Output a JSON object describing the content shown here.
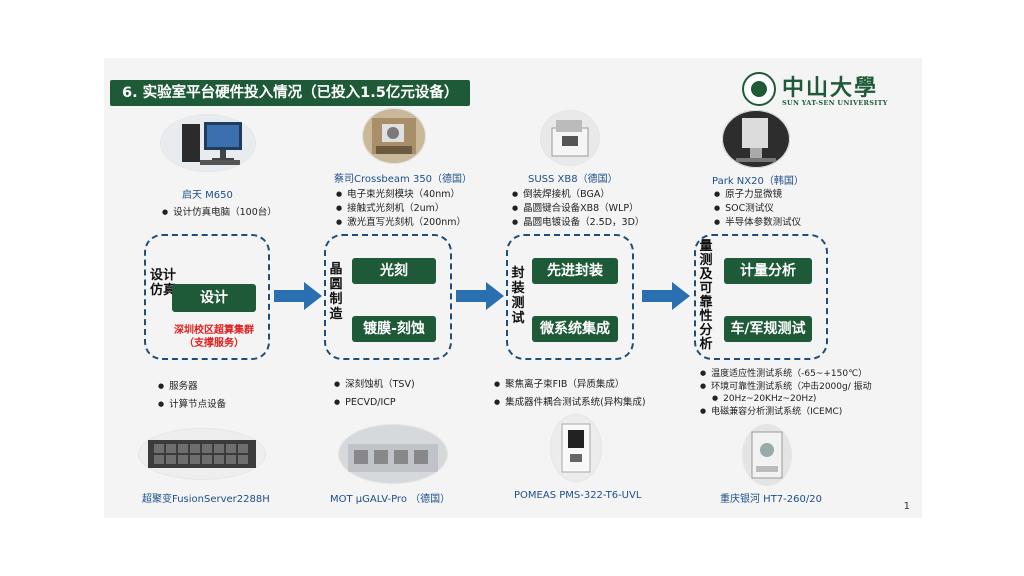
{
  "title": "6. 实验室平台硬件投入情况（已投入1.5亿元设备）",
  "logo": {
    "cn": "中山大學",
    "en": "SUN YAT-SEN UNIVERSITY"
  },
  "top": [
    {
      "caption": "启天 M650",
      "bullets": [
        "设计仿真电脑（100台）"
      ]
    },
    {
      "caption": "蔡司Crossbeam 350（德国）",
      "bullets": [
        "电子束光刻模块（40nm）",
        "接触式光刻机（2um）",
        "激光直写光刻机（200nm）"
      ]
    },
    {
      "caption": "SUSS XB8（德国）",
      "bullets": [
        "倒装焊接机（BGA）",
        "晶圆键合设备XB8（WLP）",
        "晶圆电镀设备（2.5D，3D）"
      ]
    },
    {
      "caption": "Park NX20（韩国）",
      "bullets": [
        "原子力显微镜",
        "SOC测试仪",
        "半导体参数测试仪"
      ]
    }
  ],
  "stages": [
    {
      "label": "设计仿真",
      "buttons": [
        "设计"
      ],
      "note": [
        "深圳校区超算集群",
        "（支撑服务）"
      ]
    },
    {
      "label": "晶圆制造",
      "buttons": [
        "光刻",
        "镀膜-刻蚀"
      ]
    },
    {
      "label": "封装测试",
      "buttons": [
        "先进封装",
        "微系统集成"
      ]
    },
    {
      "label": "量测及可靠性分析",
      "buttons": [
        "计量分析",
        "车/军规测试"
      ]
    }
  ],
  "bottom": [
    {
      "caption": "超聚变FusionServer2288H",
      "bullets": [
        "服务器",
        "计算节点设备"
      ]
    },
    {
      "caption": "MOT μGALV-Pro （德国）",
      "bullets": [
        "深刻蚀机（TSV)",
        "PECVD/ICP"
      ]
    },
    {
      "caption": "POMEAS PMS-322-T6-UVL",
      "bullets": [
        "聚焦离子束FIB（异质集成）",
        "集成器件耦合测试系统(异构集成)"
      ]
    },
    {
      "caption": "重庆银河 HT7-260/20",
      "bullets": [
        "温度适应性测试系统（-65~+150℃）",
        "环境可靠性测试系统（冲击2000g/ 振动",
        "20Hz~20KHz~20Hz)",
        "电磁兼容分析测试系统（ICEMC)"
      ]
    }
  ],
  "page_number": "1",
  "colors": {
    "green": "#1f5a38",
    "blue": "#1f4e79",
    "red": "#e02020",
    "arrow": "#2a6fb0"
  }
}
